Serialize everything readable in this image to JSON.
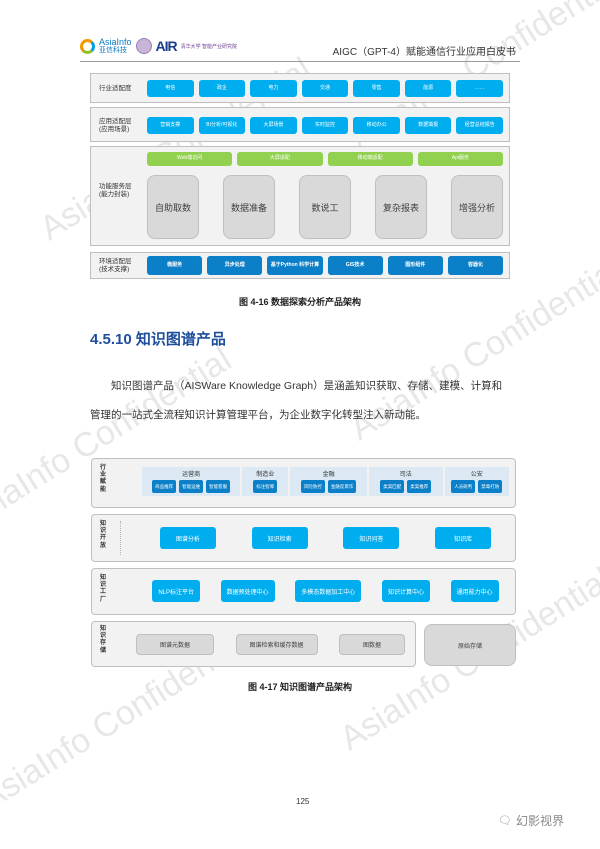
{
  "header": {
    "logo_en": "AsiaInfo",
    "logo_cn": "亚信科技",
    "air_logo": "AIR",
    "tsinghua_text": "清华大学 智能产业研究院",
    "title": "AIGC（GPT-4）赋能通信行业应用白皮书"
  },
  "figure1": {
    "layers": {
      "industry": {
        "label": "行业适配度",
        "items": [
          "电信",
          "政企",
          "电力",
          "交通",
          "零售",
          "能源",
          "……"
        ]
      },
      "application": {
        "label_line1": "应用适配层",
        "label_line2": "(应用场景)",
        "items": [
          "营销支撑",
          "BI分析/可视化",
          "大屏场景",
          "实时监控",
          "移动办公",
          "数据填报",
          "经营总结报告"
        ]
      },
      "function": {
        "label_line1": "功能服务层",
        "label_line2": "(能力封装)",
        "channels": [
          "Web端访问",
          "大屏适配",
          "移动端适配",
          "Api服务"
        ],
        "cards": [
          "自助取数",
          "数据准备",
          "数说工",
          "复杂报表",
          "增强分析"
        ]
      },
      "environment": {
        "label_line1": "环境适配层",
        "label_line2": "(技术支撑)",
        "items": [
          "微服务",
          "异步处理",
          "基于Python 科学计算",
          "GIS技术",
          "图形组件",
          "容器化"
        ]
      }
    },
    "caption": "图 4-16 数据探索分析产品架构"
  },
  "section": {
    "title": "4.5.10 知识图谱产品",
    "paragraph": "知识图谱产品（AISWare Knowledge Graph）是涵盖知识获取、存储、建模、计算和管理的一站式全流程知识计算管理平台，为企业数字化转型注入新动能。"
  },
  "figure2": {
    "layers": {
      "industry": {
        "label": "行业赋能",
        "groups": [
          {
            "name": "运营商",
            "items": [
              "商品推荐",
              "智能运维",
              "智能客服"
            ]
          },
          {
            "name": "制造业",
            "items": [
              "标注智库"
            ]
          },
          {
            "name": "金融",
            "items": [
              "风险防控",
              "金融反欺诈"
            ]
          },
          {
            "name": "司法",
            "items": [
              "类案匹配",
              "类案推荐"
            ]
          },
          {
            "name": "公安",
            "items": [
              "人员研判",
              "禁毒打防"
            ]
          }
        ]
      },
      "open": {
        "label": "知识开放",
        "items": [
          "图谱分析",
          "知识检索",
          "知识问答",
          "知识库"
        ]
      },
      "factory": {
        "label": "知识工厂",
        "items": [
          "NLP标注平台",
          "数据预处理中心",
          "多模态数据加工中心",
          "知识计算中心",
          "通用能力中心"
        ]
      },
      "storage": {
        "label": "知识存储",
        "items": [
          "图谱元数据",
          "图谱检索和缓存数据",
          "图数据"
        ],
        "raw_storage": "原始存储"
      }
    },
    "caption": "图 4-17 知识图谱产品架构"
  },
  "footer": {
    "page_number": "125",
    "wechat_account": "幻影视界"
  },
  "watermark": "AsiaInfo Confidential",
  "colors": {
    "cyan": "#00aeef",
    "green": "#92d050",
    "blue": "#0b7fc7",
    "heading": "#1f4e9c",
    "layer_bg": "#f2f2f2",
    "card_gray": "#d9d9d9"
  }
}
